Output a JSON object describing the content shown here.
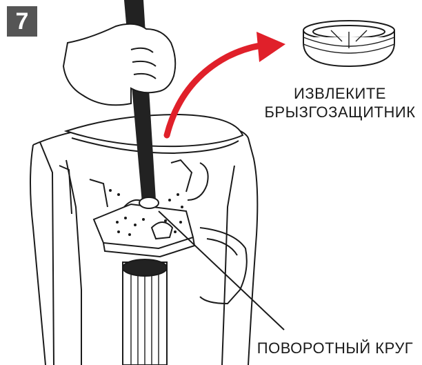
{
  "step": {
    "number": "7"
  },
  "callouts": {
    "remove_splash_guard": {
      "line1": "ИЗВЛЕКИТЕ",
      "line2": "БРЫЗГОЗАЩИТНИК"
    },
    "turntable": "ПОВОРОТНЫЙ КРУГ"
  },
  "colors": {
    "arrow": "#e0202a",
    "badge": "#555555",
    "ink": "#1a1a1a"
  },
  "icons": [
    "hand-icon",
    "wrench-icon",
    "arrow-icon",
    "splash-guard-icon",
    "disposer-unit-icon"
  ]
}
